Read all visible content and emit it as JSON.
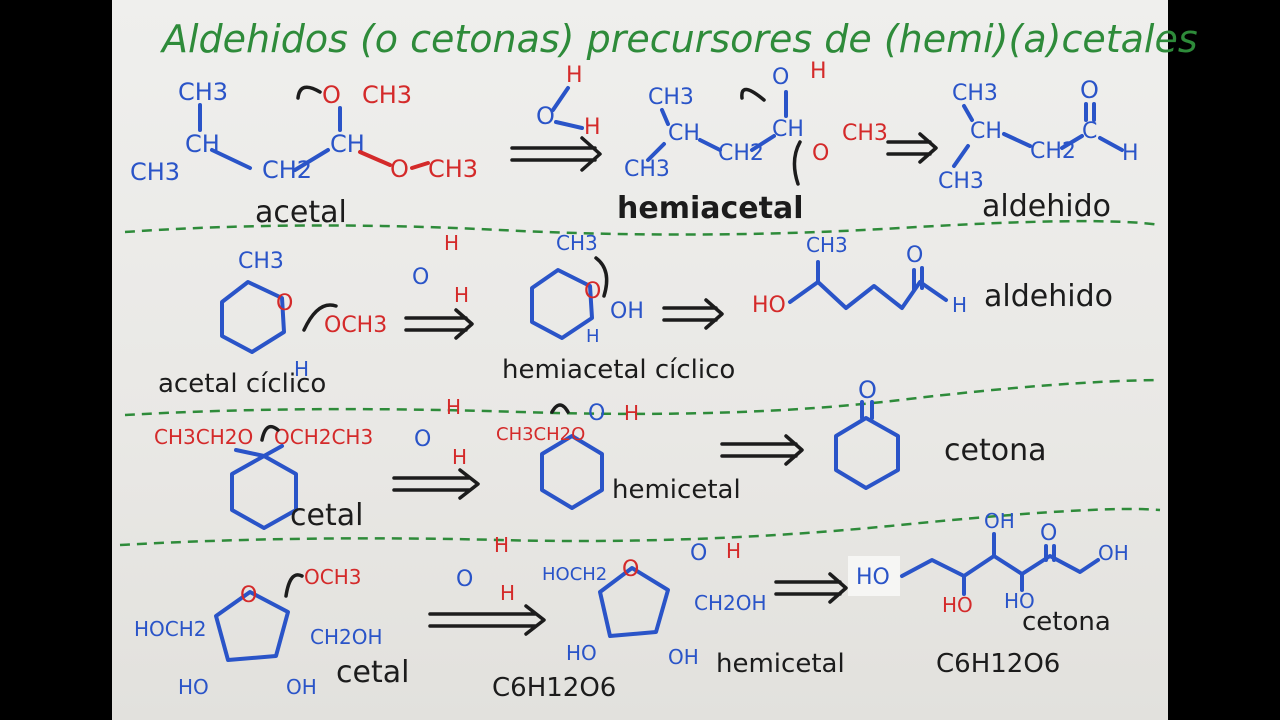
{
  "title": {
    "text": "Aldehidos (o cetonas) precursores de (hemi)(a)cetales",
    "color": "#2e8b3a"
  },
  "colors": {
    "carbon": "#2a54c8",
    "oxygen": "#d42a2a",
    "label": "#1c1c1c",
    "accent": "#2e8b3a"
  },
  "rows": [
    {
      "reactant": {
        "label": "acetal",
        "groups": [
          "CH3",
          "CH",
          "CH2",
          "CH",
          "CH3",
          "O",
          "CH3",
          "O",
          "CH3"
        ]
      },
      "reagent": [
        "H",
        "O",
        "H"
      ],
      "intermediate": {
        "label": "hemiacetal",
        "groups": [
          "CH3",
          "CH",
          "CH3",
          "CH2",
          "CH",
          "O",
          "H",
          "O",
          "CH3"
        ]
      },
      "product": {
        "label": "aldehido",
        "groups": [
          "CH3",
          "CH",
          "CH3",
          "CH2",
          "C",
          "O",
          "H"
        ]
      }
    },
    {
      "reactant": {
        "label": "acetal cíclico",
        "groups": [
          "CH3",
          "O",
          "OCH3",
          "H"
        ]
      },
      "reagent": [
        "H",
        "O",
        "H"
      ],
      "intermediate": {
        "label": "hemiacetal cíclico",
        "groups": [
          "CH3",
          "O",
          "OH",
          "H"
        ]
      },
      "product": {
        "label": "aldehido",
        "groups": [
          "HO",
          "CH3",
          "O",
          "H"
        ]
      }
    },
    {
      "reactant": {
        "label": "cetal",
        "groups": [
          "CH3CH2O",
          "OCH2CH3"
        ]
      },
      "reagent": [
        "H",
        "O",
        "H"
      ],
      "intermediate": {
        "label": "hemicetal",
        "groups": [
          "CH3CH2O",
          "O",
          "H"
        ]
      },
      "product": {
        "label": "cetona",
        "groups": [
          "O"
        ]
      }
    },
    {
      "reactant": {
        "label": "cetal",
        "groups": [
          "HOCH2",
          "O",
          "OCH3",
          "CH2OH",
          "HO",
          "OH"
        ]
      },
      "reagent": [
        "H",
        "O",
        "H"
      ],
      "intermediate": {
        "label": "hemicetal",
        "formula": "C6H12O6",
        "groups": [
          "HOCH2",
          "O",
          "O",
          "H",
          "CH2OH",
          "HO",
          "OH"
        ]
      },
      "product": {
        "label": "cetona",
        "formula": "C6H12O6",
        "groups": [
          "HO",
          "OH",
          "O",
          "OH",
          "HO",
          "HO"
        ]
      }
    }
  ]
}
